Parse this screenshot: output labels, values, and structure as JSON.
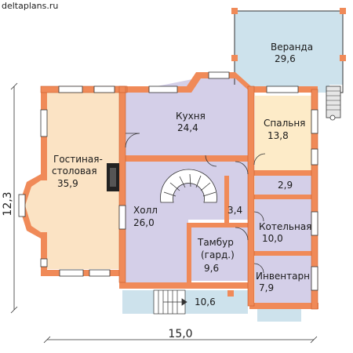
{
  "site": "deltaplans.ru",
  "colors": {
    "wall": "#f08a58",
    "wall_stroke": "#c85a2a",
    "window": "#ffffff",
    "living": "#fbe3c4",
    "purple": "#d4cfe8",
    "yellow": "#fdebc8",
    "veranda": "#cde2ec",
    "stair": "#e6e6e6",
    "line": "#333333"
  },
  "rooms": [
    {
      "id": "veranda",
      "name": "Веранда",
      "area": "29,6"
    },
    {
      "id": "kitchen",
      "name": "Кухня",
      "area": "24,4"
    },
    {
      "id": "bedroom",
      "name": "Спальня",
      "area": "13,8"
    },
    {
      "id": "living",
      "name": "Гостиная-",
      "name2": "столовая",
      "area": "35,9"
    },
    {
      "id": "small",
      "name": "",
      "area": "2,9"
    },
    {
      "id": "hall",
      "name": "Холл",
      "area": "26,0"
    },
    {
      "id": "stairhall",
      "name": "",
      "area": "3,4"
    },
    {
      "id": "boiler",
      "name": "Котельная",
      "area": "10,0"
    },
    {
      "id": "vestibule",
      "name": "Тамбур",
      "name2": "(гард.)",
      "area": "9,6"
    },
    {
      "id": "storage",
      "name": "Инвентарн",
      "area": "7,9"
    },
    {
      "id": "porch",
      "name": "",
      "area": "10,6"
    }
  ],
  "dimensions": {
    "width": "15,0",
    "height": "12,3"
  }
}
